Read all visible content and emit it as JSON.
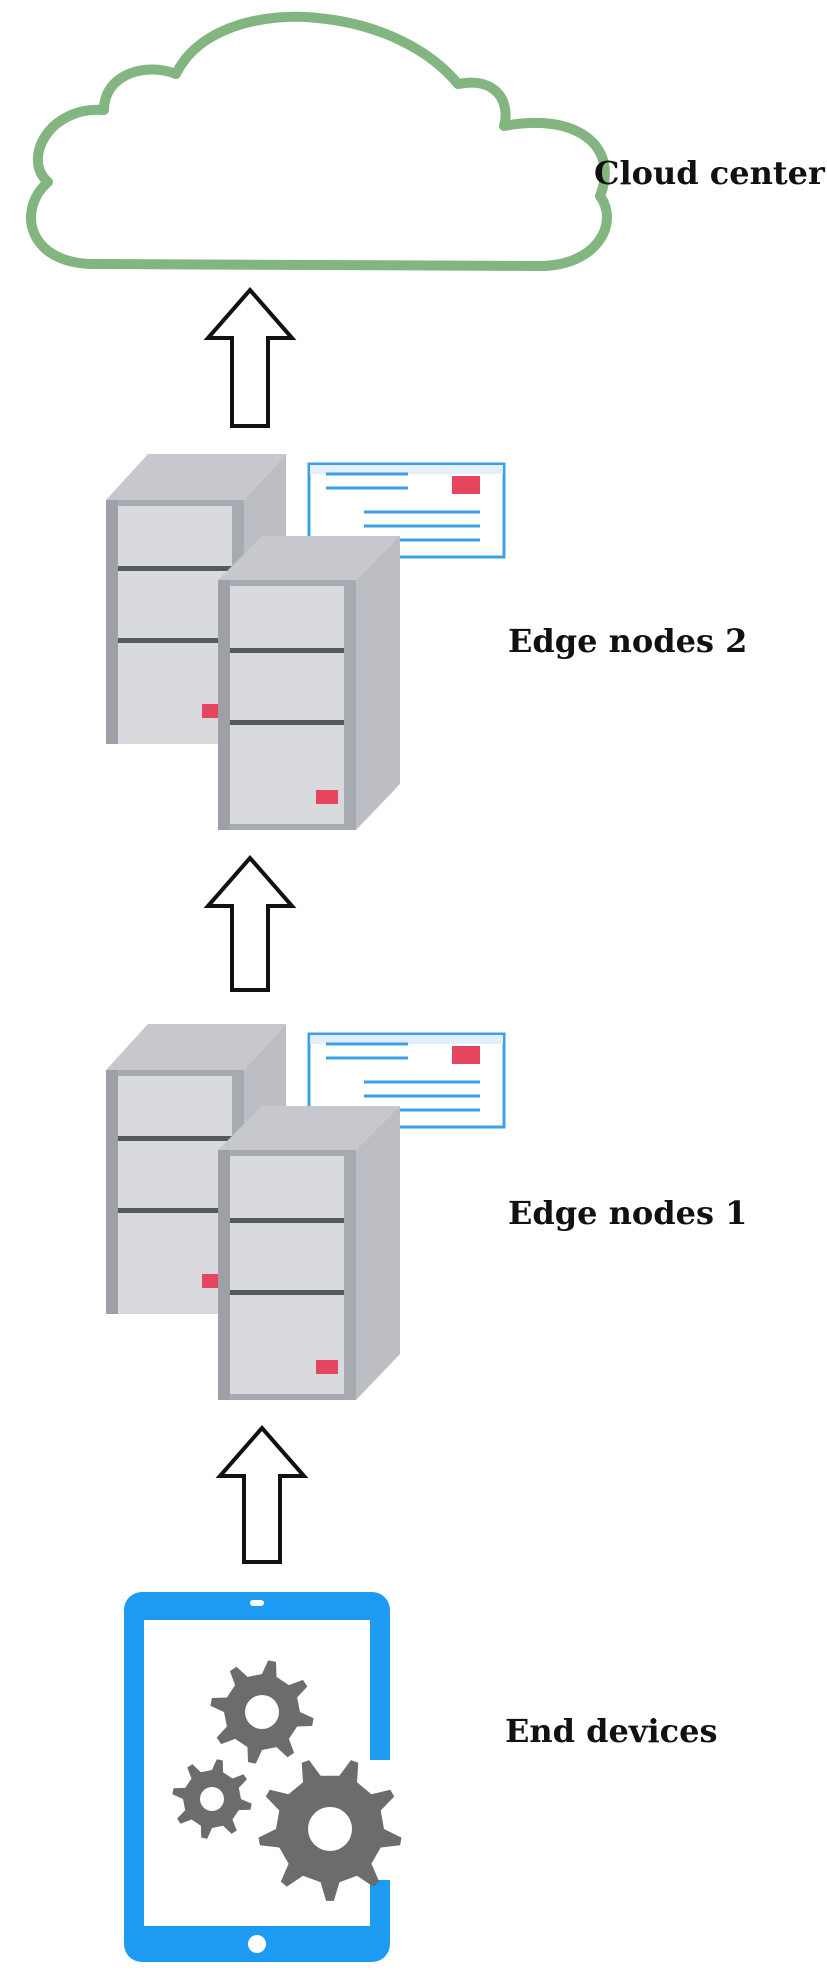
{
  "labels": {
    "cloud": "Cloud center",
    "edge2": "Edge nodes 2",
    "edge1": "Edge nodes 1",
    "end": "End devices"
  },
  "colors": {
    "cloud_stroke": "#82b57f",
    "server_body": "#d9dade",
    "server_side": "#bcbec4",
    "server_top": "#c6c8cd",
    "server_divider": "#555a61",
    "server_led": "#e64560",
    "panel_border": "#3ea0e4",
    "tablet": "#1d9bf2",
    "gear": "#6c6c6c"
  },
  "icons": [
    "cloud-icon",
    "server-stack-icon",
    "dashboard-panel-icon",
    "tablet-icon",
    "gear-icon",
    "up-arrow-icon"
  ]
}
